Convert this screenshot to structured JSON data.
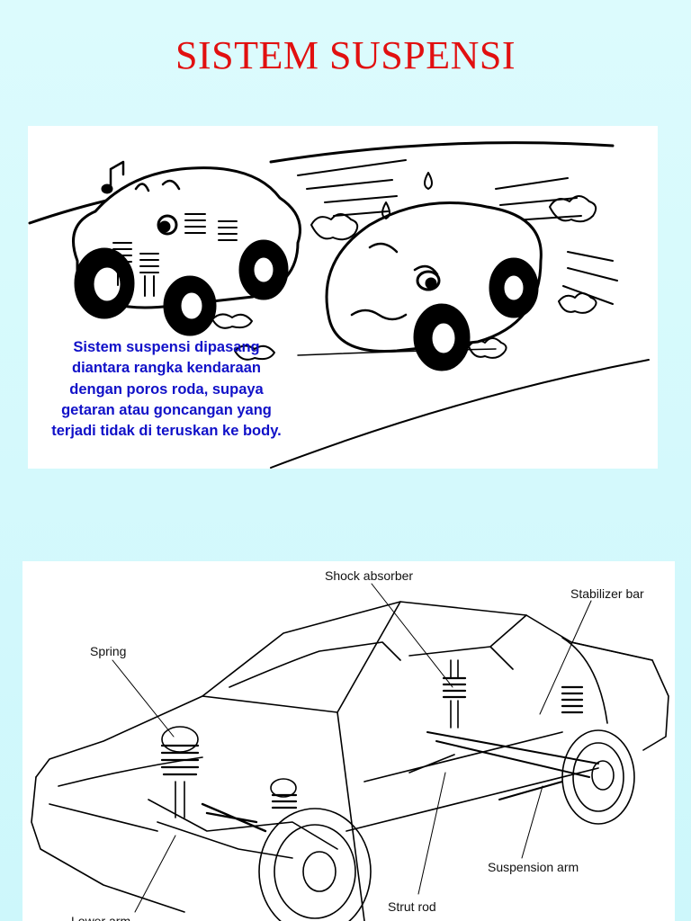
{
  "slide": {
    "title": "SISTEM SUSPENSI",
    "caption": "Sistem suspensi dipasang diantara rangka kendaraan dengan poros roda, supaya getaran atau goncangan yang terjadi tidak di teruskan ke body."
  },
  "diagram": {
    "labels": {
      "shock_absorber": "Shock absorber",
      "stabilizer_bar": "Stabilizer bar",
      "spring": "Spring",
      "suspension_arm": "Suspension arm",
      "strut_rod": "Strut rod",
      "lower_arm": "Lower arm"
    }
  },
  "colors": {
    "title": "#e11010",
    "caption": "#1010c8",
    "background": "#d5f9fc"
  }
}
